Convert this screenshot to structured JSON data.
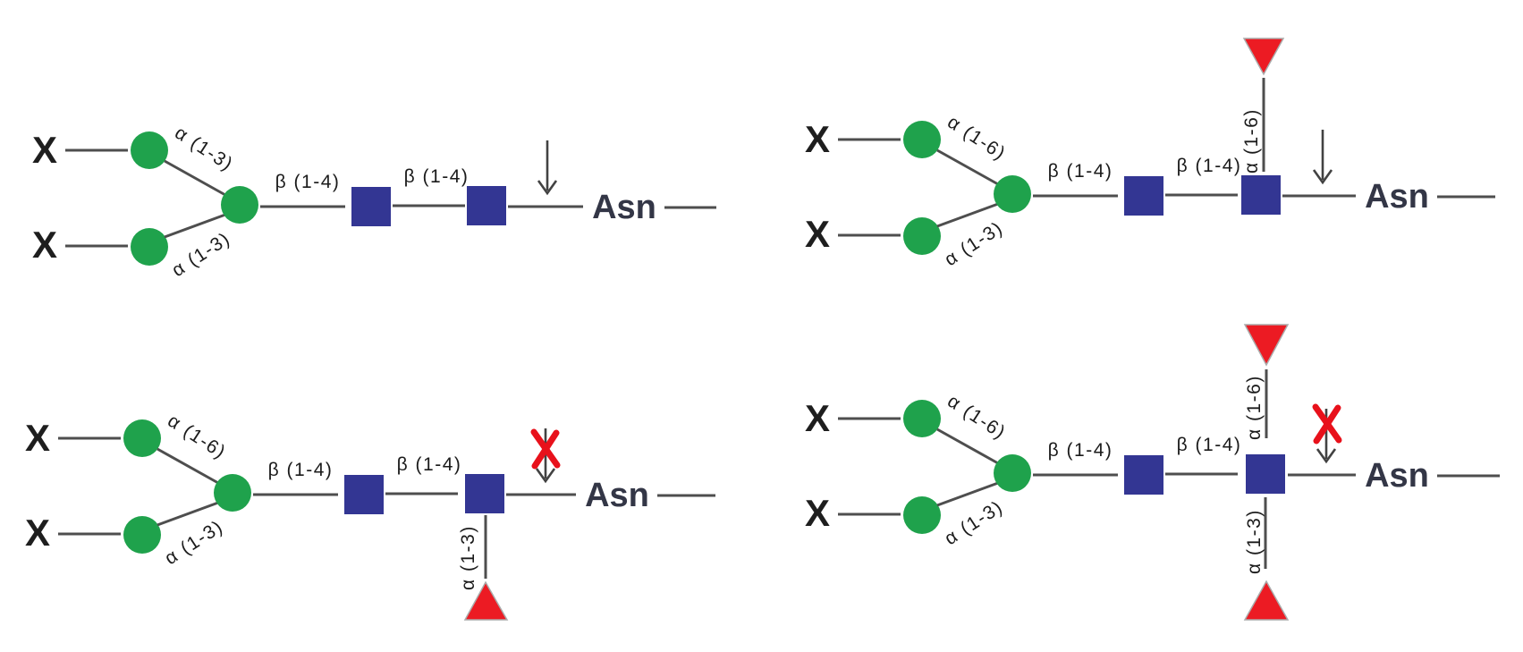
{
  "figure": {
    "description": "Four N-glycan cleavage diagrams",
    "attachment_residue": "Asn"
  },
  "colors": {
    "mannose_green": "#1FA24C",
    "glcnac_blue": "#333693",
    "fucose_red": "#EC1B23",
    "cross_red": "#E8111B",
    "line_gray": "#4e4e4e"
  },
  "diagrams": [
    {
      "position": "top-left",
      "substituent_top": "X",
      "substituent_bottom": "X",
      "branch_top_linkage": "α (1-3)",
      "branch_bottom_linkage": "α (1-3)",
      "linkage_1": "β (1-4)",
      "linkage_2": "β (1-4)",
      "attachment": "Asn",
      "cleavage_arrow": true,
      "cleavage_blocked": false,
      "fucose_top_linkage": null,
      "fucose_bottom_linkage": null
    },
    {
      "position": "top-right",
      "substituent_top": "X",
      "substituent_bottom": "X",
      "branch_top_linkage": "α (1-6)",
      "branch_bottom_linkage": "α (1-3)",
      "linkage_1": "β (1-4)",
      "linkage_2": "β (1-4)",
      "attachment": "Asn",
      "cleavage_arrow": true,
      "cleavage_blocked": false,
      "fucose_top_linkage": "α (1-6)",
      "fucose_bottom_linkage": null
    },
    {
      "position": "bottom-left",
      "substituent_top": "X",
      "substituent_bottom": "X",
      "branch_top_linkage": "α (1-6)",
      "branch_bottom_linkage": "α (1-3)",
      "linkage_1": "β (1-4)",
      "linkage_2": "β (1-4)",
      "attachment": "Asn",
      "cleavage_arrow": true,
      "cleavage_blocked": true,
      "fucose_top_linkage": null,
      "fucose_bottom_linkage": "α (1-3)"
    },
    {
      "position": "bottom-right",
      "substituent_top": "X",
      "substituent_bottom": "X",
      "branch_top_linkage": "α (1-6)",
      "branch_bottom_linkage": "α (1-3)",
      "linkage_1": "β (1-4)",
      "linkage_2": "β (1-4)",
      "attachment": "Asn",
      "cleavage_arrow": true,
      "cleavage_blocked": true,
      "fucose_top_linkage": "α (1-6)",
      "fucose_bottom_linkage": "α (1-3)"
    }
  ]
}
